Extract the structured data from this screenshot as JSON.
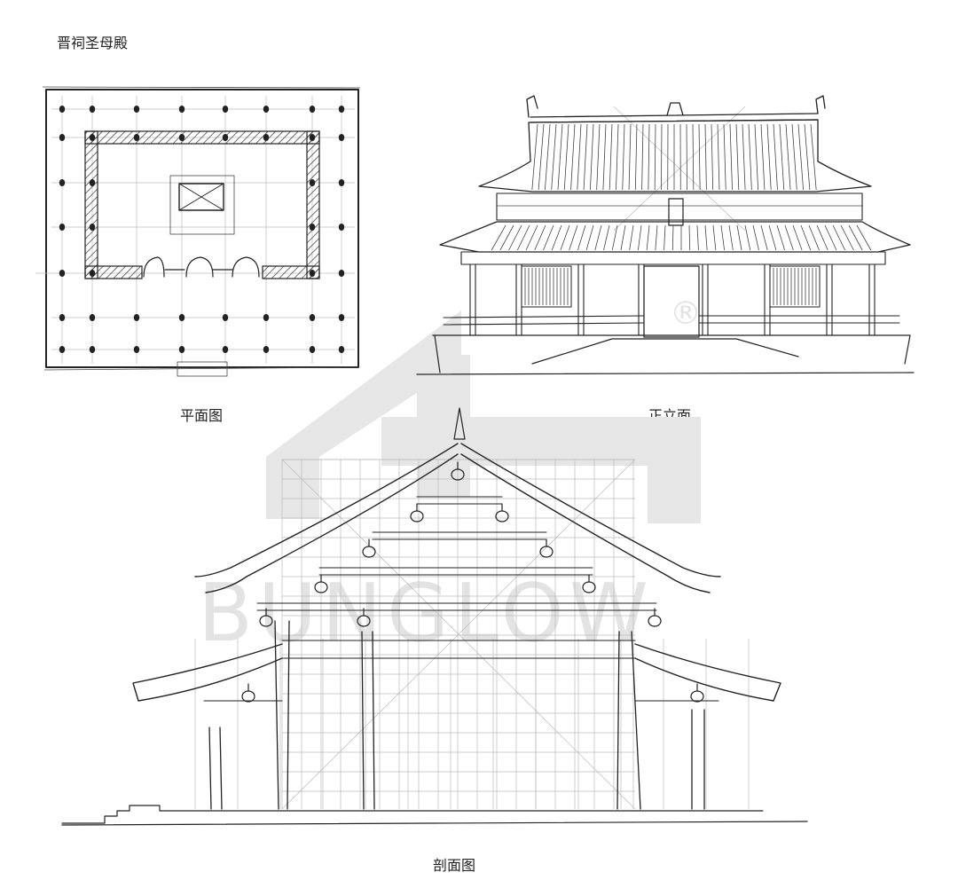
{
  "page": {
    "title": "晋祠圣母殿"
  },
  "figures": {
    "plan": {
      "label": "平面图"
    },
    "elevation": {
      "label": "正立面"
    },
    "section": {
      "label": "剖面图"
    }
  },
  "watermark": {
    "text": "BUNGLOW",
    "mark": "®"
  }
}
